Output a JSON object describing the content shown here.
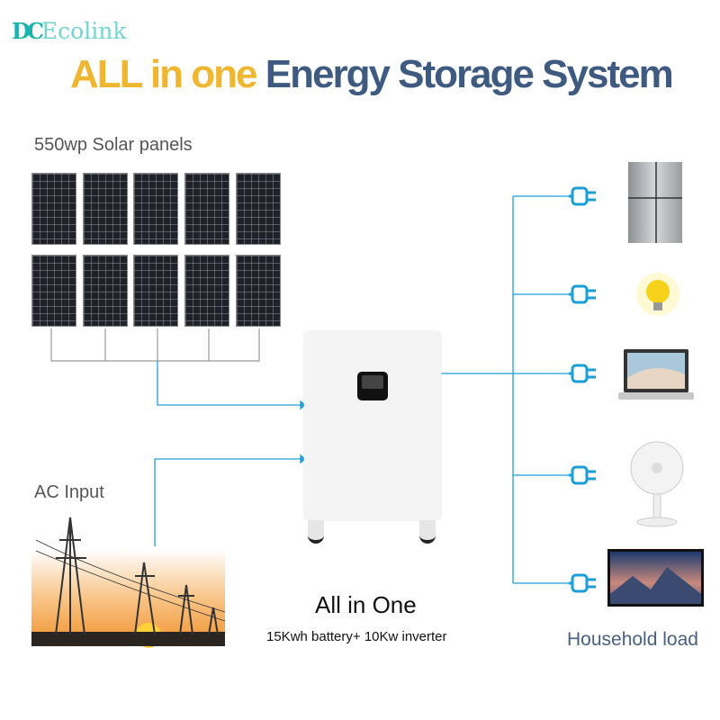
{
  "brand": {
    "logo_mark": "DC",
    "name": "Ecolink"
  },
  "title": {
    "part1": "ALL in one",
    "part2": "Energy Storage System"
  },
  "solar": {
    "label": "550wp Solar panels",
    "count": 10
  },
  "ac": {
    "label": "AC Input"
  },
  "product": {
    "name": "All in One",
    "spec": "15Kwh battery+ 10Kw inverter"
  },
  "loads": {
    "label": "Household load",
    "items": [
      "refrigerator",
      "light-bulb",
      "laptop",
      "fan",
      "television"
    ]
  },
  "colors": {
    "accent_yellow": "#f0b630",
    "accent_blue": "#3e5a80",
    "wire_blue": "#1a9ed8",
    "logo_teal": "#1bb3b0"
  }
}
